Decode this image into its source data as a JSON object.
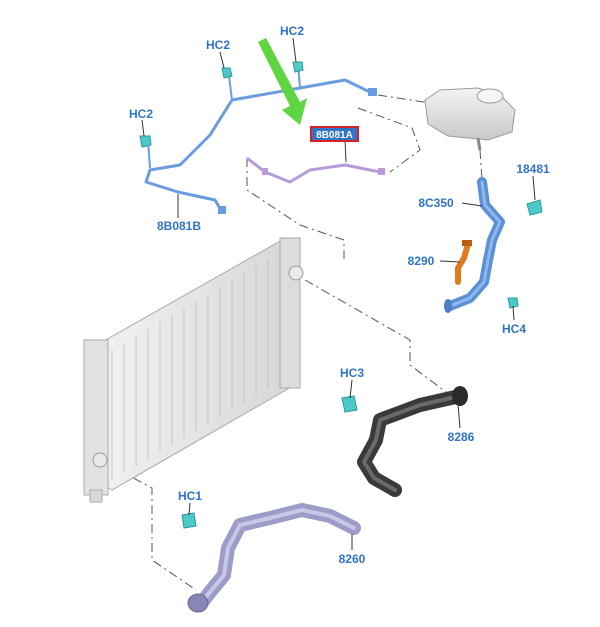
{
  "labels": {
    "hc2_top_left": "HC2",
    "hc2_top_right": "HC2",
    "hc2_left": "HC2",
    "highlight": "8B081A",
    "left_hose": "8B081B",
    "c18481": "18481",
    "c8c350": "8C350",
    "c8290": "8290",
    "hc4": "HC4",
    "hc3": "HC3",
    "c8286": "8286",
    "hc1": "HC1",
    "c8260": "8260"
  },
  "colors": {
    "label_text": "#2f74c6",
    "highlight_box": "#d8222a",
    "highlight_fill": "#2f74c6",
    "arrow": "#5fd641",
    "clamp": "#4ec9c9",
    "upper_hose": "#6a9de0",
    "bleed_hose": "#b79ad9",
    "radiator_hose_upper": "#5b8fd6",
    "bypass_pipe": "#e07a1f",
    "lower_hose": "#3a3a3a",
    "bottom_hose": "#9c9cc8",
    "radiator": "#e6e6e6"
  }
}
